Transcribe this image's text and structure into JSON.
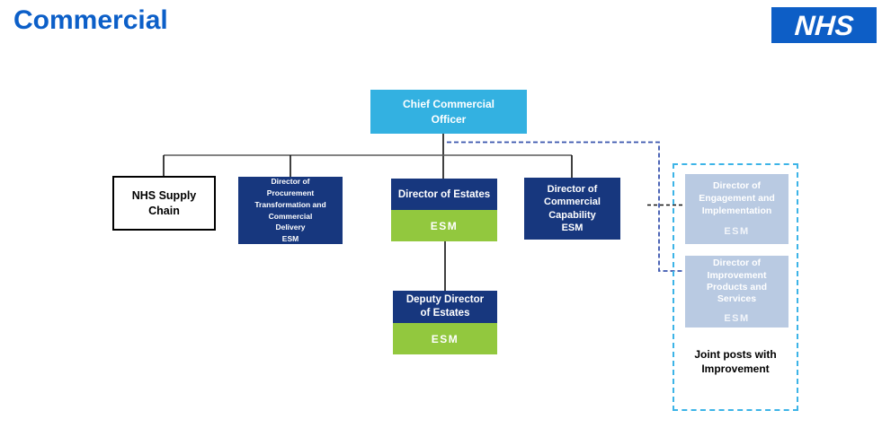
{
  "page": {
    "title": "Commercial",
    "logo_text": "NHS"
  },
  "org": {
    "root": {
      "label": "Chief Commercial\nOfficer"
    },
    "children": [
      {
        "label": "NHS Supply\nChain",
        "variant": "outline"
      },
      {
        "label": "Director of\nProcurement\nTransformation and\nCommercial\nDelivery\nESM",
        "variant": "navy"
      },
      {
        "label": "Director of Estates",
        "badge": "ESM",
        "variant": "navy-green"
      },
      {
        "label": "Director of\nCommercial\nCapability\nESM",
        "variant": "navy"
      }
    ],
    "deputy": {
      "label": "Deputy Director\nof Estates",
      "badge": "ESM"
    },
    "joint": {
      "posts": [
        {
          "label": "Director of\nEngagement and\nImplementation",
          "badge": "ESM"
        },
        {
          "label": "Director of\nImprovement\nProducts and\nServices",
          "badge": "ESM"
        }
      ],
      "caption": "Joint posts with\nImprovement"
    }
  },
  "colors": {
    "nhs_blue": "#0d5ec6",
    "title_blue": "#0c5fc8",
    "cco_light_blue": "#33b1e1",
    "navy": "#17377e",
    "green": "#92c83e",
    "pale_blue": "#b9cae2",
    "dashed_border_cyan": "#3cb4e7",
    "dashed_connector_navy": "#3a55ae",
    "connector_black": "#000000",
    "connector_gray": "#595959"
  }
}
